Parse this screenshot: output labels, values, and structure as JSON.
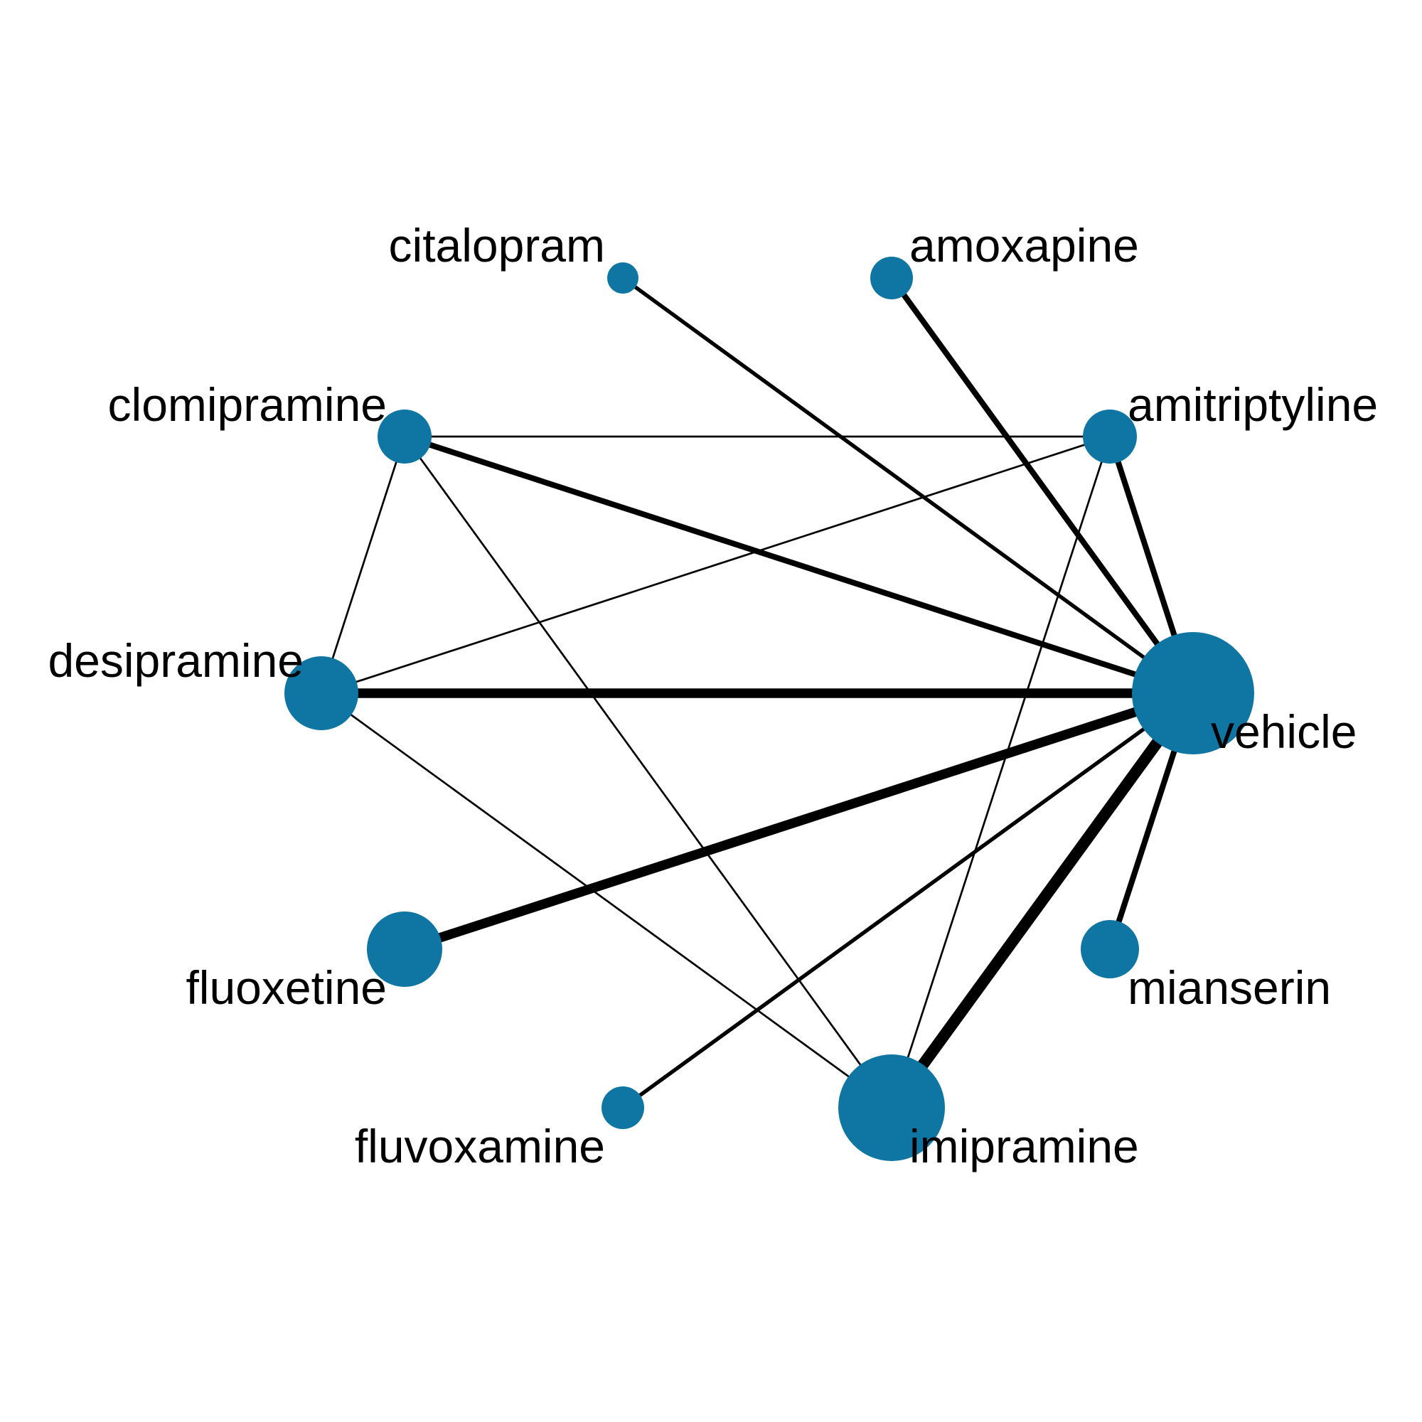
{
  "colors": {
    "node": "#0F75A3",
    "edge": "#000000",
    "background": "#FFFFFF"
  },
  "network": {
    "nodes": [
      {
        "id": "citalopram",
        "label": "citalopram"
      },
      {
        "id": "amoxapine",
        "label": "amoxapine"
      },
      {
        "id": "clomipramine",
        "label": "clomipramine"
      },
      {
        "id": "amitriptyline",
        "label": "amitriptyline"
      },
      {
        "id": "desipramine",
        "label": "desipramine"
      },
      {
        "id": "vehicle",
        "label": "vehicle"
      },
      {
        "id": "fluoxetine",
        "label": "fluoxetine"
      },
      {
        "id": "mianserin",
        "label": "mianserin"
      },
      {
        "id": "fluvoxamine",
        "label": "fluvoxamine"
      },
      {
        "id": "imipramine",
        "label": "imipramine"
      }
    ],
    "edges": [
      {
        "source": "citalopram",
        "target": "vehicle",
        "weight": 2
      },
      {
        "source": "amoxapine",
        "target": "vehicle",
        "weight": 3
      },
      {
        "source": "clomipramine",
        "target": "amitriptyline",
        "weight": 1
      },
      {
        "source": "clomipramine",
        "target": "vehicle",
        "weight": 3
      },
      {
        "source": "clomipramine",
        "target": "desipramine",
        "weight": 1
      },
      {
        "source": "clomipramine",
        "target": "imipramine",
        "weight": 1
      },
      {
        "source": "amitriptyline",
        "target": "desipramine",
        "weight": 1
      },
      {
        "source": "amitriptyline",
        "target": "vehicle",
        "weight": 3
      },
      {
        "source": "amitriptyline",
        "target": "imipramine",
        "weight": 1
      },
      {
        "source": "desipramine",
        "target": "vehicle",
        "weight": 5
      },
      {
        "source": "desipramine",
        "target": "imipramine",
        "weight": 1
      },
      {
        "source": "fluoxetine",
        "target": "vehicle",
        "weight": 5
      },
      {
        "source": "mianserin",
        "target": "vehicle",
        "weight": 3
      },
      {
        "source": "fluvoxamine",
        "target": "vehicle",
        "weight": 2
      },
      {
        "source": "imipramine",
        "target": "vehicle",
        "weight": 6
      }
    ]
  }
}
